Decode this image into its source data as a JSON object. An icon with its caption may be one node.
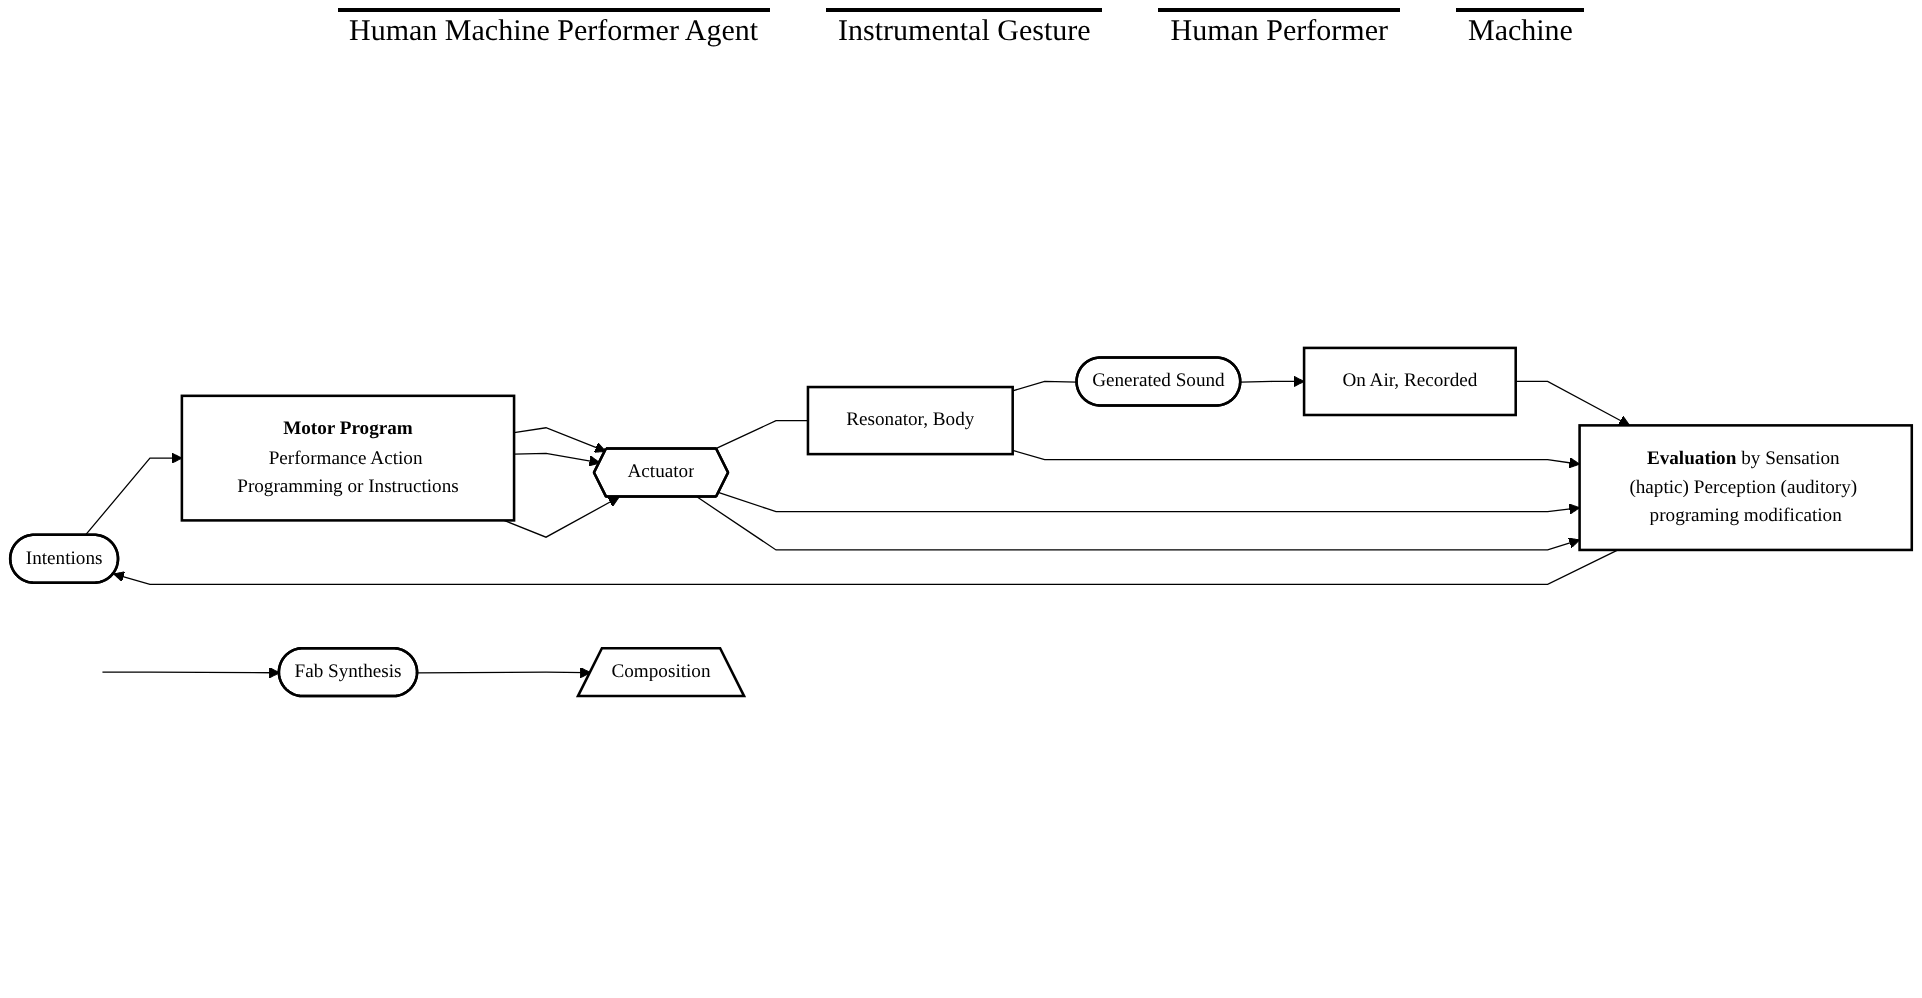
{
  "diagram": {
    "nodes": [
      {
        "text": [
          "Intentions"
        ]
      },
      {
        "text": [
          "Motor Program",
          "Performance Action Programming or Instructions"
        ]
      },
      {
        "text": [
          "Actuator"
        ]
      },
      {
        "text": [
          "Resonator, Body"
        ]
      },
      {
        "text": [
          "Generated Sound"
        ]
      },
      {
        "text": [
          "**Evaluation** by Sensation (haptic) Perception (auditory) programing modification"
        ]
      },
      {
        "text": [
          "On Air, Recorded"
        ]
      },
      {
        "text": [
          "Fab Synthesis"
        ]
      },
      {
        "text": [
          "Composition"
        ]
      }
    ],
    "edges": [
      {
        "from": 0,
        "to": 1,
        "arrow": "to"
      },
      {
        "from": 1,
        "to": 2,
        "arrow": "to"
      },
      {
        "from": 1,
        "to": 2,
        "arrow": "to"
      },
      {
        "from": 1,
        "to": 2,
        "arrow": "to"
      },
      {
        "from": 2,
        "to": 3,
        "arrow": "none"
      },
      {
        "from": 3,
        "to": 4,
        "arrow": "none"
      },
      {
        "from": 2,
        "to": 5,
        "arrow": "to"
      },
      {
        "from": 2,
        "to": 5,
        "arrow": "to"
      },
      {
        "from": 3,
        "to": 5,
        "arrow": "to"
      },
      {
        "from": 4,
        "to": 6,
        "arrow": "to"
      },
      {
        "from": 6,
        "to": 5,
        "arrow": "to"
      },
      {
        "from": 5,
        "to": 0,
        "arrow": "to"
      },
      {
        "from": null,
        "to": 7,
        "arrow": "to"
      },
      {
        "from": 7,
        "to": 8,
        "arrow": "to"
      }
    ],
    "labels": [
      "Human Machine Performer Agent",
      "Instrumental Gesture",
      "Human Performer",
      "Machine"
    ]
  }
}
